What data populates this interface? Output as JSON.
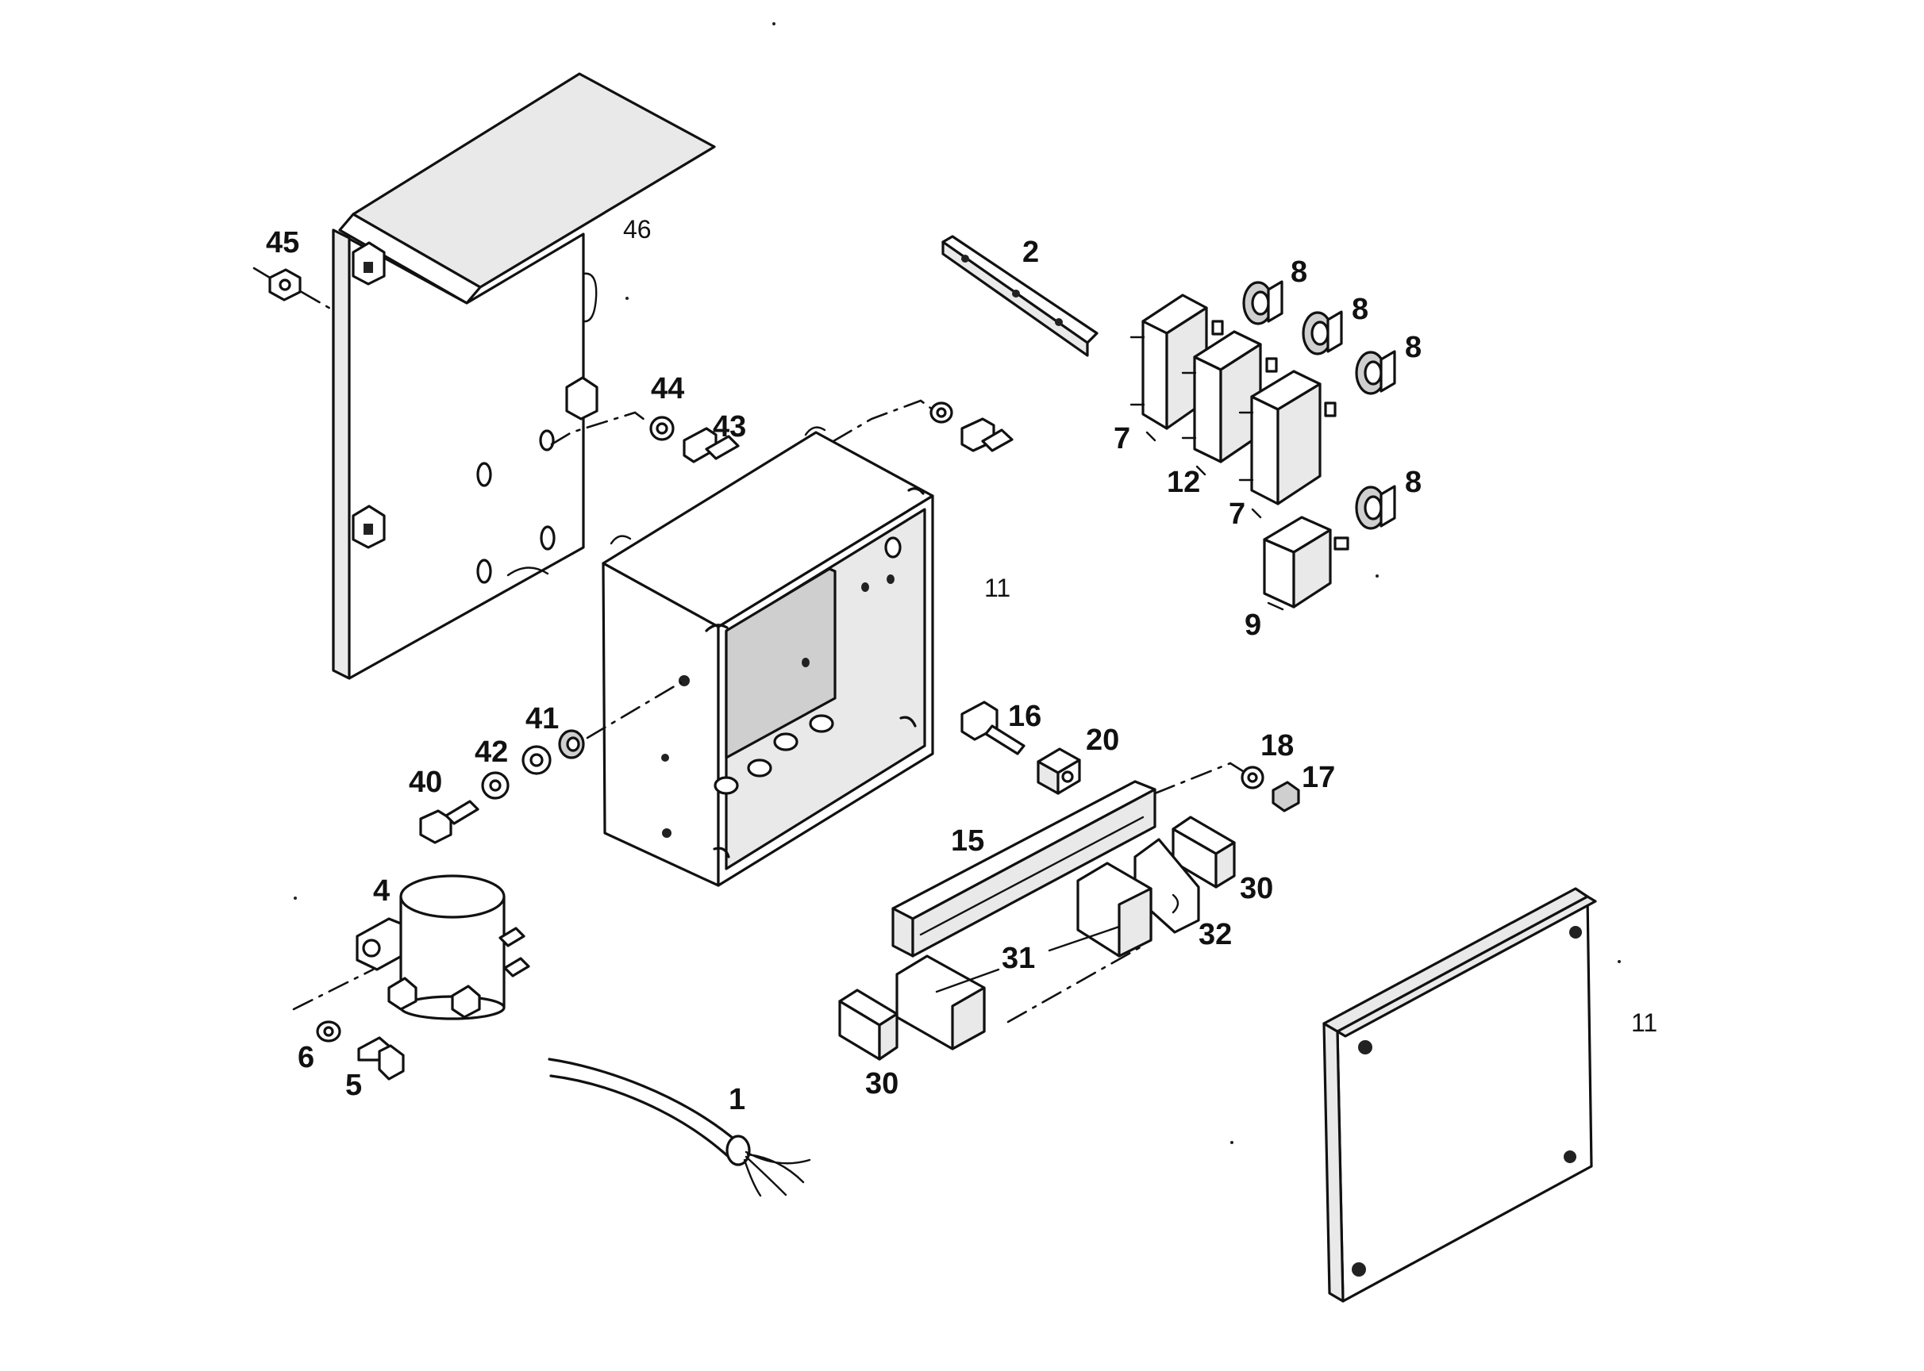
{
  "diagram": {
    "labels": {
      "l1": "1",
      "l2": "2",
      "l4": "4",
      "l5": "5",
      "l6": "6",
      "l7a": "7",
      "l7b": "7",
      "l8a": "8",
      "l8b": "8",
      "l8c": "8",
      "l8d": "8",
      "l9": "9",
      "l11a": "11",
      "l11b": "11",
      "l12": "12",
      "l15": "15",
      "l16": "16",
      "l17": "17",
      "l18": "18",
      "l20": "20",
      "l30a": "30",
      "l30b": "30",
      "l31": "31",
      "l32": "32",
      "l40": "40",
      "l41": "41",
      "l42": "42",
      "l43": "43",
      "l44": "44",
      "l45": "45",
      "l46": "46"
    }
  }
}
